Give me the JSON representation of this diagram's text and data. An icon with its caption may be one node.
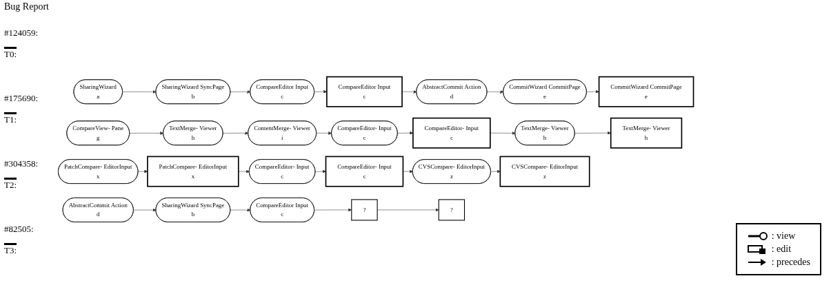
{
  "diagram": {
    "title": "Bug Report",
    "nodes": [
      {
        "text": [
          "SharingWizard",
          "a"
        ]
      },
      {
        "text": [
          "SharingWizard SyncPage",
          "b"
        ]
      },
      {
        "text": [
          "CompareEditor Input",
          "c"
        ]
      },
      {
        "text": [
          "CompareEditor Input",
          "c"
        ]
      },
      {
        "text": [
          "AbstractCommit Action",
          "d"
        ]
      },
      {
        "text": [
          "CommitWizard CommitPage",
          "e"
        ]
      },
      {
        "text": [
          "CommitWizard CommitPage",
          "e"
        ]
      },
      {
        "text": [
          "CompareView- Pane",
          "g"
        ]
      },
      {
        "text": [
          "TextMerge- Viewer",
          "h"
        ]
      },
      {
        "text": [
          "ContentMerge- Viewer",
          "i"
        ]
      },
      {
        "text": [
          "CompareEditor- Input",
          "c"
        ]
      },
      {
        "text": [
          "CompareEditor- Input",
          "c"
        ]
      },
      {
        "text": [
          "TextMerge- Viewer",
          "h"
        ]
      },
      {
        "text": [
          "TextMerge- Viewer",
          "h"
        ]
      },
      {
        "text": [
          "PatchCompare- EditorInput",
          "x"
        ]
      },
      {
        "text": [
          "PatchCompare- EditorInput",
          "x"
        ]
      },
      {
        "text": [
          "CompareEditor- Input",
          "c"
        ]
      },
      {
        "text": [
          "CompareEditor- Input",
          "c"
        ]
      },
      {
        "text": [
          "CVSCompare- EditorInput",
          "z"
        ]
      },
      {
        "text": [
          "CVSCompare- EditorInput",
          "z"
        ]
      },
      {
        "text": [
          "AbstractCommit Action",
          "d"
        ]
      },
      {
        "text": [
          "SharingWizard SyncPage",
          "b"
        ]
      },
      {
        "text": [
          "CompareEditor Input",
          "c"
        ]
      },
      {
        "text": [
          "?"
        ]
      },
      {
        "text": [
          "?"
        ]
      }
    ],
    "edges": [
      {
        "from": 0,
        "to": 1,
        "arrow": "to"
      },
      {
        "from": 1,
        "to": 2,
        "arrow": "to"
      },
      {
        "from": 2,
        "to": 3,
        "arrow": "to"
      },
      {
        "from": 3,
        "to": 4,
        "arrow": "to"
      },
      {
        "from": 4,
        "to": 5,
        "arrow": "to"
      },
      {
        "from": 5,
        "to": 6,
        "arrow": "to"
      },
      {
        "from": 7,
        "to": 8,
        "arrow": "to"
      },
      {
        "from": 8,
        "to": 9,
        "arrow": "to"
      },
      {
        "from": 9,
        "to": 10,
        "arrow": "to"
      },
      {
        "from": 10,
        "to": 11,
        "arrow": "to"
      },
      {
        "from": 11,
        "to": 12,
        "arrow": "to"
      },
      {
        "from": 12,
        "to": 13,
        "arrow": "to"
      },
      {
        "from": 14,
        "to": 15,
        "arrow": "to"
      },
      {
        "from": 15,
        "to": 16,
        "arrow": "to"
      },
      {
        "from": 16,
        "to": 17,
        "arrow": "to"
      },
      {
        "from": 17,
        "to": 18,
        "arrow": "to"
      },
      {
        "from": 18,
        "to": 19,
        "arrow": "to"
      },
      {
        "from": 20,
        "to": 21,
        "arrow": "to"
      },
      {
        "from": 21,
        "to": 22,
        "arrow": "to"
      },
      {
        "from": 22,
        "to": 23,
        "arrow": "to"
      },
      {
        "from": 23,
        "to": 24,
        "arrow": "to"
      }
    ],
    "labels": [
      "#124059:",
      "T0:",
      "#175690:",
      "T1:",
      "#304358:",
      "T2:",
      "#82505:",
      "T3:"
    ],
    "legend": [
      {
        "text": ": view"
      },
      {
        "text": ": edit"
      },
      {
        "text": ": precedes"
      }
    ]
  }
}
